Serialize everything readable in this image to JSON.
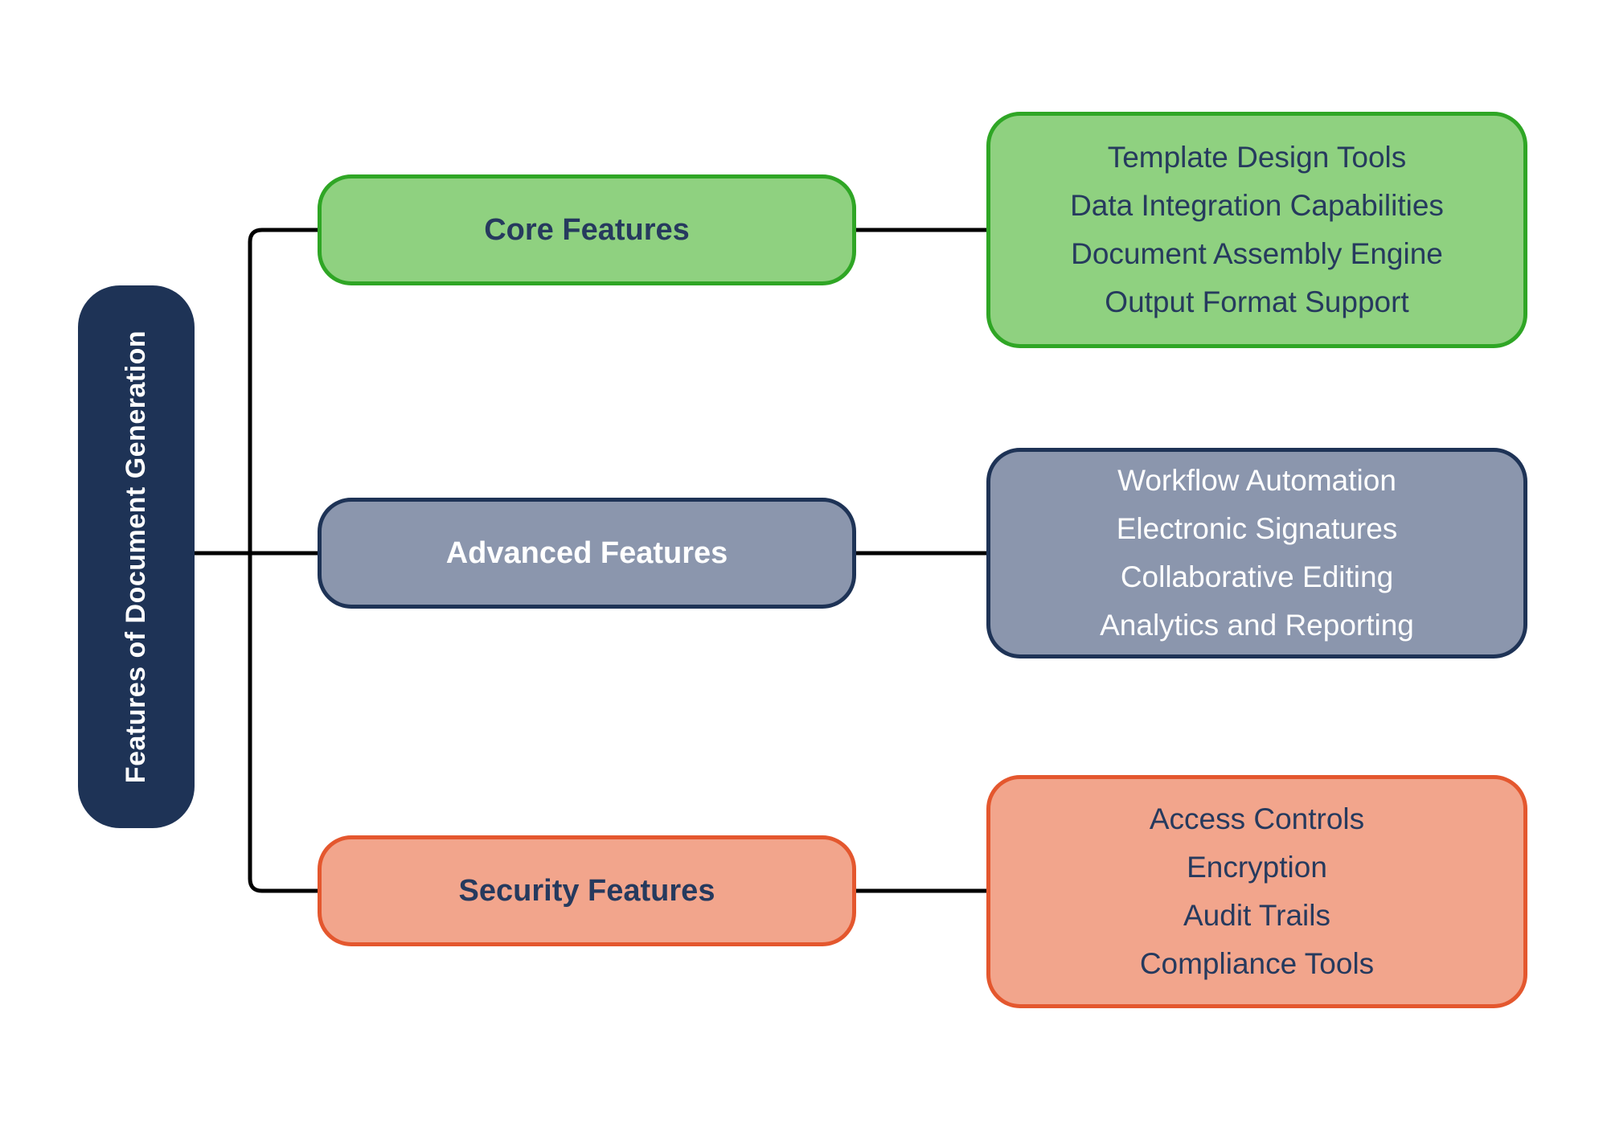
{
  "root": {
    "label": "Features of Document Generation"
  },
  "branches": [
    {
      "id": "core",
      "label": "Core Features",
      "items": [
        "Template Design Tools",
        "Data Integration Capabilities",
        "Document Assembly Engine",
        "Output Format Support"
      ],
      "fill": "#8fd180",
      "border": "#2fa625",
      "text_color": "#263a5e"
    },
    {
      "id": "advanced",
      "label": "Advanced Features",
      "items": [
        "Workflow Automation",
        "Electronic Signatures",
        "Collaborative Editing",
        "Analytics and Reporting"
      ],
      "fill": "#8b96ad",
      "border": "#1e3356",
      "text_color": "#ffffff"
    },
    {
      "id": "security",
      "label": "Security Features",
      "items": [
        "Access Controls",
        "Encryption",
        "Audit Trails",
        "Compliance Tools"
      ],
      "fill": "#f2a58c",
      "border": "#e4572e",
      "text_color": "#263a5e"
    }
  ],
  "colors": {
    "root_fill": "#1e3356",
    "root_text": "#ffffff",
    "connector": "#000000",
    "background": "#ffffff"
  }
}
